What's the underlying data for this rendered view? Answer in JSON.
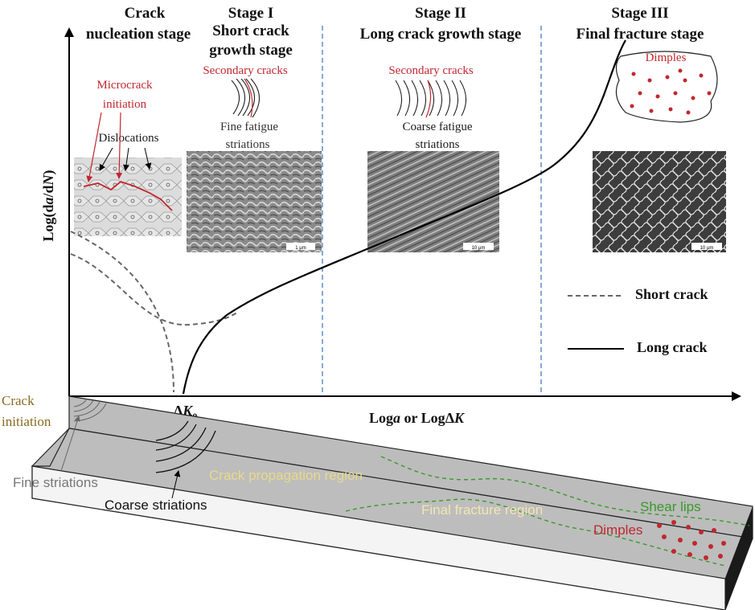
{
  "stages": {
    "nucleation": {
      "line1": "Crack",
      "line2": "nucleation stage"
    },
    "stage1": {
      "line1": "Stage I",
      "line2": "Short crack",
      "line3": "growth stage"
    },
    "stage2": {
      "line1": "Stage  II",
      "line2": "Long crack growth stage"
    },
    "stage3": {
      "line1": "Stage  III",
      "line2": "Final fracture stage"
    }
  },
  "annotations": {
    "microcrack_1": "Microcrack",
    "microcrack_2": "initiation",
    "dislocations": "Dislocations",
    "secondary_cracks_1": "Secondary cracks",
    "fine_fatigue_1": "Fine fatigue",
    "fine_fatigue_2": "striations",
    "secondary_cracks_2": "Secondary cracks",
    "coarse_fatigue_1": "Coarse fatigue",
    "coarse_fatigue_2": "striations",
    "dimples_top": "Dimples"
  },
  "scale_bars": {
    "s1": "1 μm",
    "s2": "10 μm",
    "s3": "10 μm"
  },
  "axes": {
    "ylabel_pre": "Log(d",
    "ylabel_a": "a",
    "ylabel_mid": "/d",
    "ylabel_N": "N",
    "ylabel_post": ")",
    "xlabel_pre": "Log",
    "xlabel_a": "a",
    "xlabel_mid": " or Log",
    "xlabel_delta": "Δ",
    "xlabel_K": "K",
    "threshold_delta": "Δ",
    "threshold_K": "K",
    "threshold_sub": "0"
  },
  "legend": {
    "short": "Short crack",
    "long": "Long crack"
  },
  "specimen": {
    "crack_init_1": "Crack",
    "crack_init_2": "initiation",
    "fine_striations": "Fine striations",
    "coarse_striations": "Coarse striations",
    "propagation": "Crack propagation region",
    "final_fracture": "Final fracture region",
    "shear_lips": "Shear lips",
    "dimples": "Dimples"
  },
  "colors": {
    "red": "#c0282f",
    "gold": "#8b6a1e",
    "yellow": "#e9d98a",
    "green": "#3a9a2a",
    "divider": "#5b8fc9"
  }
}
